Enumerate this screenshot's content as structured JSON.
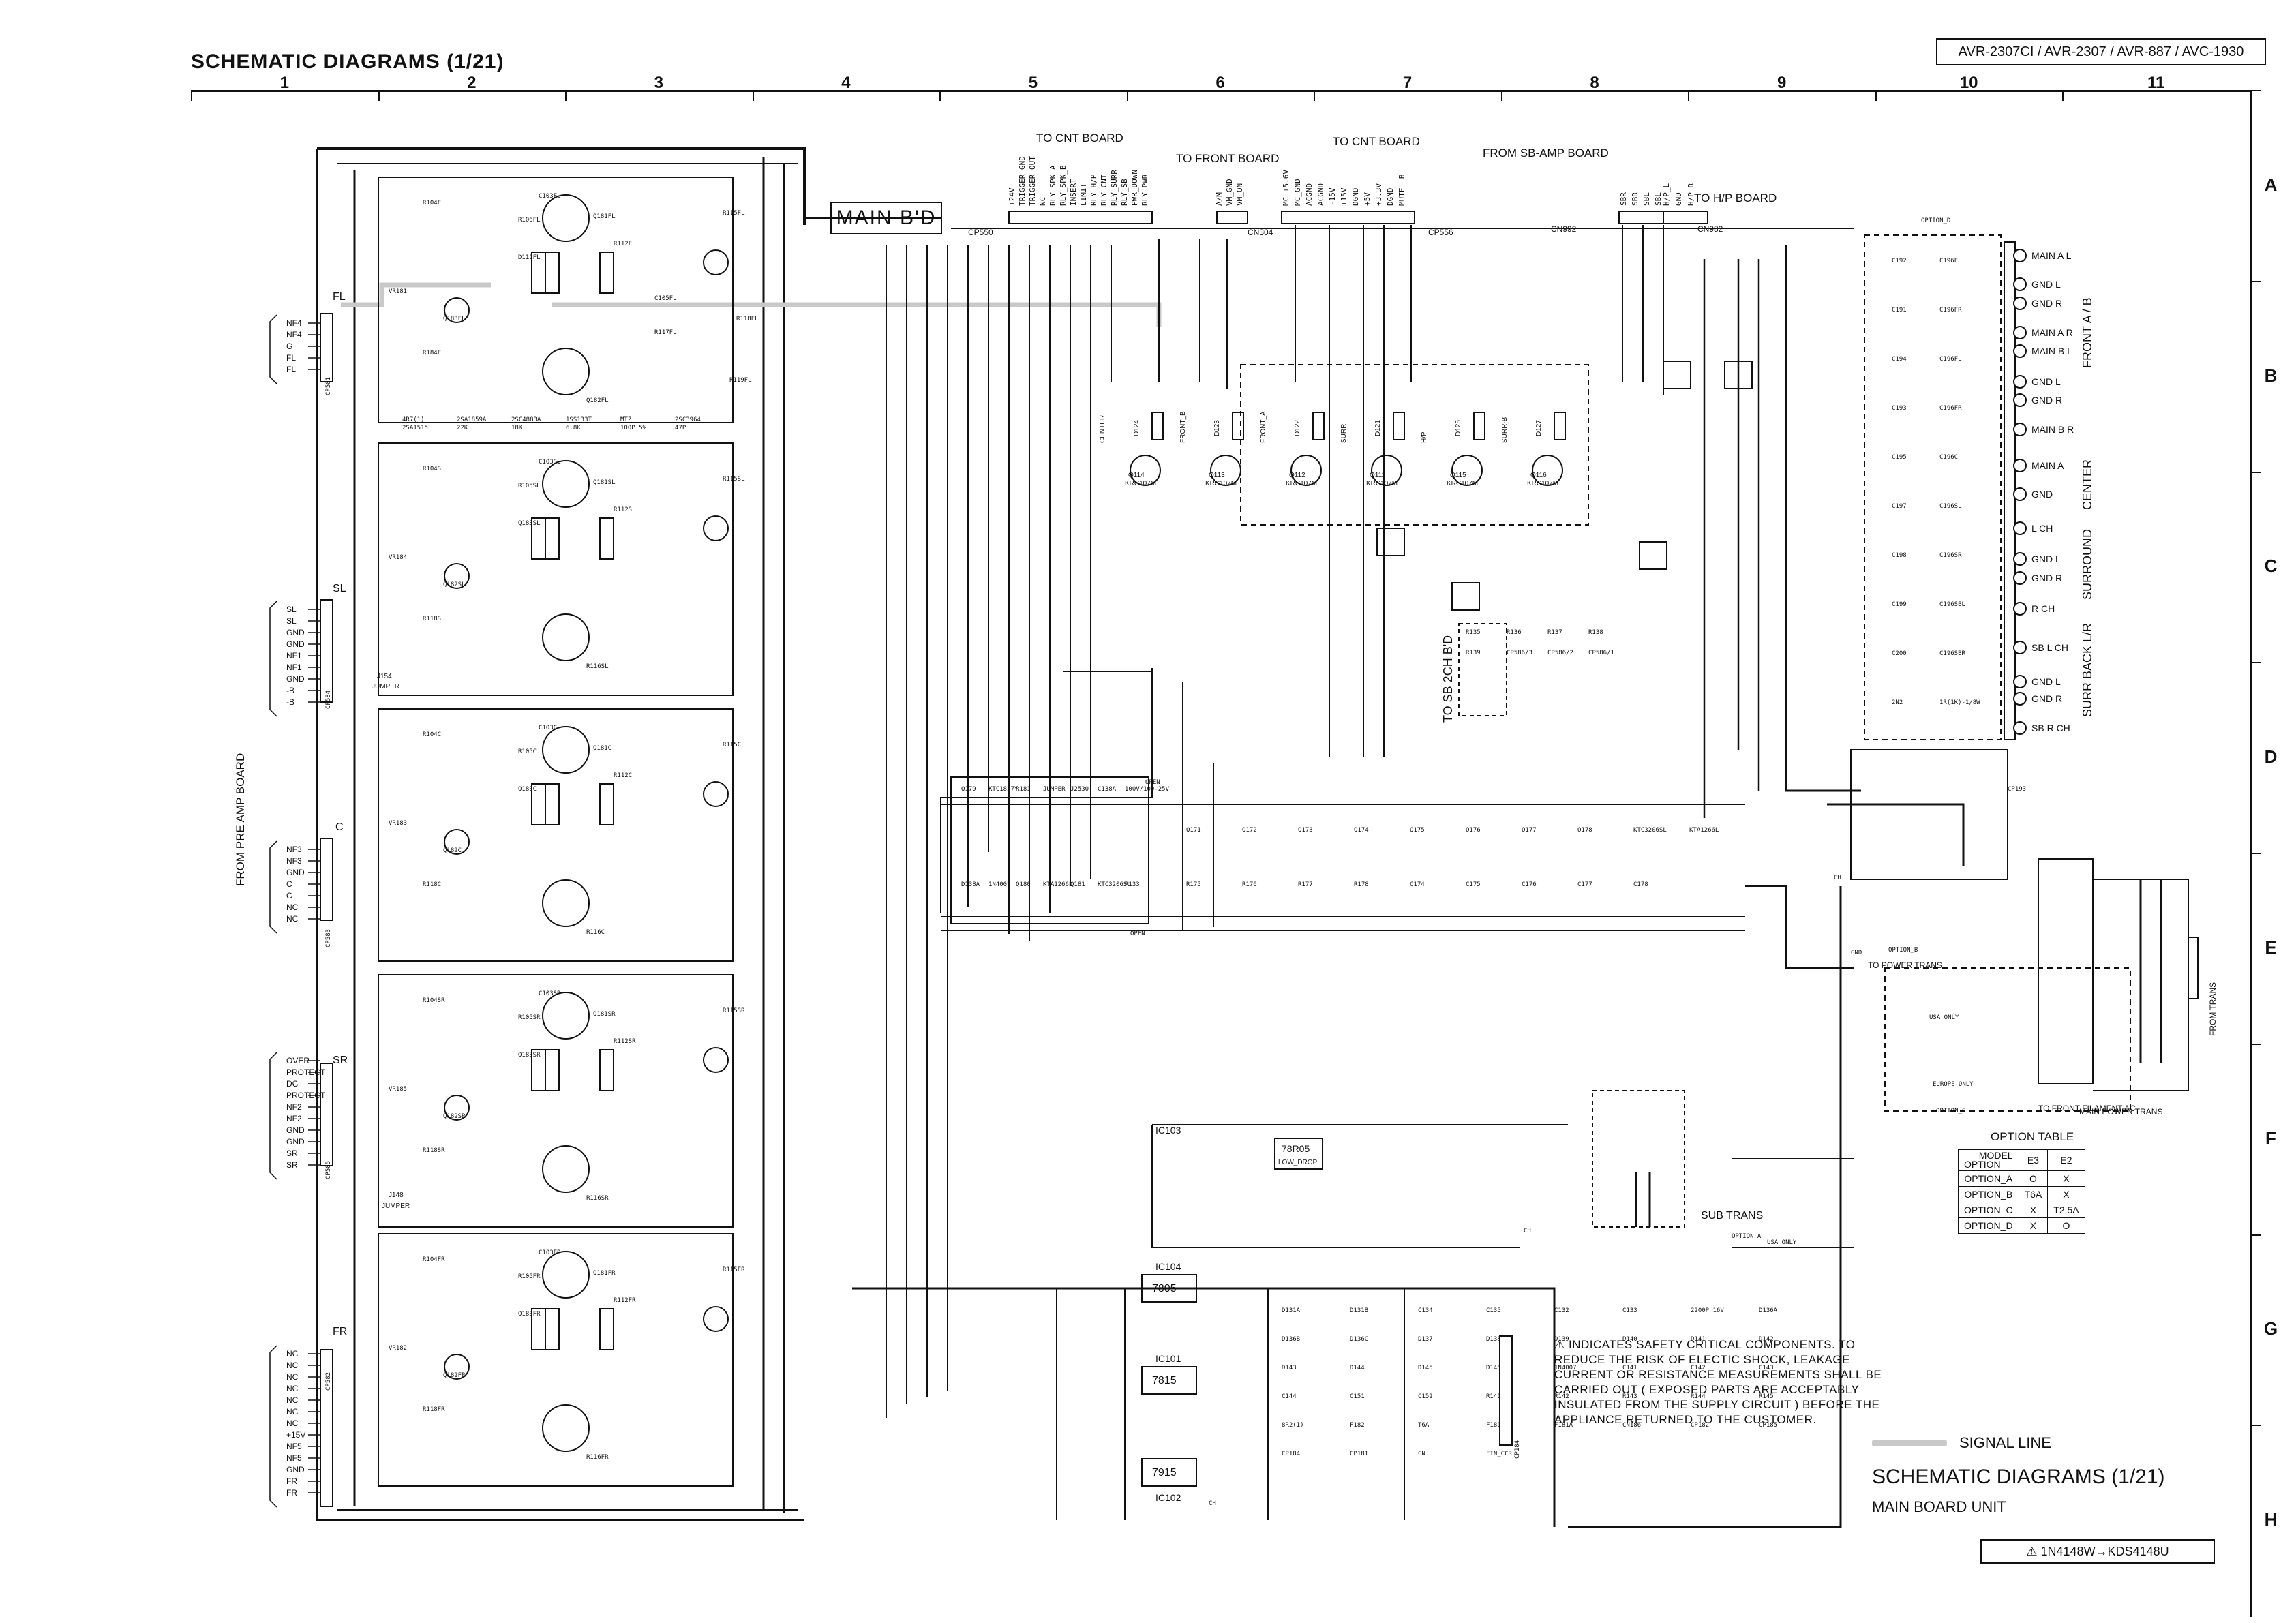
{
  "header": {
    "title": "SCHEMATIC DIAGRAMS  (1/21)",
    "models": "AVR-2307CI / AVR-2307 / AVR-887 / AVC-1930",
    "columns": [
      "1",
      "2",
      "3",
      "4",
      "5",
      "6",
      "7",
      "8",
      "9",
      "10",
      "11"
    ],
    "rows": [
      "A",
      "B",
      "C",
      "D",
      "E",
      "F",
      "G",
      "H"
    ]
  },
  "boards": {
    "main": "MAIN B'D",
    "to_cnt_1": "TO CNT BOARD",
    "to_front": "TO FRONT BOARD",
    "to_cnt_2": "TO CNT BOARD",
    "from_sb_amp": "FROM SB-AMP BOARD",
    "to_hp": "TO H/P BOARD",
    "from_pre_amp": "FROM PRE AMP BOARD",
    "to_sb_2ch": "TO SB 2CH B'D",
    "sub_trans": "SUB TRANS",
    "main_power_trans": "MAIN POWER TRANS",
    "to_front_filament": "TO FRONT FILAMENT AC",
    "from_trans": "FROM TRANS",
    "to_power_trans": "TO POWER TRANS"
  },
  "connectors": {
    "cp550": "CP550",
    "cn304": "CN304",
    "cp556": "CP556",
    "cn992": "CN992",
    "cn982": "CN982",
    "cp581": "CP581",
    "cp584": "CP584",
    "cp583": "CP583",
    "cp585": "CP585",
    "cp582": "CP582",
    "cp193": "CP193",
    "cp184": "CP184",
    "cp_pins_550": [
      "+24V",
      "TRIGGER GND",
      "TRIGGER OUT",
      "NC",
      "RLY_SPK_A",
      "RLY_SPK_B",
      "INSERT",
      "LIMIT",
      "RLY_H/P",
      "RLY_CNT",
      "RLY_SURR",
      "RLY_SB",
      "PWR_DOWN",
      "RLY_PWR"
    ],
    "cn304_pins": [
      "A/M",
      "VM_GND",
      "VM_ON"
    ],
    "cp556_pins": [
      "MC_+5.6V",
      "MC_GND",
      "ACGND",
      "ACGND",
      "-15V",
      "+15V",
      "DGND",
      "+5V",
      "+3.3V",
      "DGND",
      "MUTE_+B"
    ],
    "cn992_pins": [
      "SBR",
      "SBR",
      "SBL",
      "SBL"
    ],
    "cn982_pins": [
      "H/P_L",
      "GND",
      "H/P_R"
    ]
  },
  "left_inputs": {
    "fl": [
      "NF4",
      "NF4",
      "G",
      "FL",
      "FL"
    ],
    "sl": [
      "SL",
      "SL",
      "GND",
      "GND",
      "NF1",
      "NF1",
      "GND",
      "-B",
      "-B"
    ],
    "c": [
      "NF3",
      "NF3",
      "GND",
      "C",
      "C",
      "NC",
      "NC"
    ],
    "sr": [
      "OVER",
      "PROTECT",
      "DC",
      "PROTECT",
      "NF2",
      "NF2",
      "GND",
      "GND",
      "SR",
      "SR"
    ],
    "fr": [
      "NC",
      "NC",
      "NC",
      "NC",
      "NC",
      "NC",
      "NC",
      "+15V",
      "NF5",
      "NF5",
      "GND",
      "FR",
      "FR"
    ]
  },
  "channels": {
    "fl": "FL",
    "sl": "SL",
    "c": "C",
    "sr": "SR",
    "fr": "FR",
    "jumper": "JUMPER",
    "j154": "J154",
    "j148": "J148"
  },
  "amp_parts": {
    "fl": [
      "R104FL",
      "VR181",
      "C103FL",
      "R106FL",
      "Q181FL",
      "R112FL",
      "R115FL",
      "D111FL",
      "Q183FL",
      "Q182FL",
      "R184FL",
      "R117FL",
      "R119FL",
      "C105FL",
      "R118FL"
    ],
    "sl": [
      "R104SL",
      "VR184",
      "C103SL",
      "R105SL",
      "Q181SL",
      "R112SL",
      "R115SL",
      "Q183SL",
      "Q182SL",
      "R116SL",
      "R118SL"
    ],
    "c": [
      "R104C",
      "VR183",
      "C103C",
      "R105C",
      "Q181C",
      "R112C",
      "R115C",
      "Q183C",
      "Q182C",
      "R116C",
      "R118C"
    ],
    "sr": [
      "R104SR",
      "VR185",
      "C103SR",
      "R105SR",
      "Q181SR",
      "R112SR",
      "R115SR",
      "Q183SR",
      "Q182SR",
      "R116SR",
      "R118SR"
    ],
    "fr": [
      "R104FR",
      "VR182",
      "C103FR",
      "R105FR",
      "Q181FR",
      "R112FR",
      "R115FR",
      "Q183FR",
      "Q182FR",
      "R116FR",
      "R118FR"
    ],
    "common": [
      "4R7(1)",
      "2SA1859A",
      "2SC4883A",
      "1SS133T",
      "MTZ",
      "2SC3964",
      "2SA1515",
      "22K",
      "18K",
      "6.8K",
      "100P 5%",
      "47P"
    ]
  },
  "relay_drivers": [
    {
      "label": "CENTER",
      "q": "Q114",
      "type": "KRC107M",
      "d": "D124"
    },
    {
      "label": "FRONT_B",
      "q": "Q113",
      "type": "KRC107M",
      "d": "D123"
    },
    {
      "label": "FRONT_A",
      "q": "Q112",
      "type": "KRC107M",
      "d": "D122"
    },
    {
      "label": "SURR",
      "q": "Q111",
      "type": "KRC107M",
      "d": "D121"
    },
    {
      "label": "H/P",
      "q": "Q115",
      "type": "KRC107M",
      "d": "D125"
    },
    {
      "label": "SURR-B",
      "q": "Q116",
      "type": "KRC107M",
      "d": "D127"
    }
  ],
  "speaker_terminals": [
    {
      "name": "MAIN A L",
      "group": "FRONT A / B"
    },
    {
      "name": "GND L",
      "group": "FRONT A / B"
    },
    {
      "name": "GND R",
      "group": "FRONT A / B"
    },
    {
      "name": "MAIN A R",
      "group": "FRONT A / B"
    },
    {
      "name": "MAIN B L",
      "group": "FRONT A / B"
    },
    {
      "name": "GND L",
      "group": "FRONT A / B"
    },
    {
      "name": "GND R",
      "group": "FRONT A / B"
    },
    {
      "name": "MAIN B R",
      "group": "FRONT A / B"
    },
    {
      "name": "MAIN A",
      "group": "CENTER"
    },
    {
      "name": "GND",
      "group": "CENTER"
    },
    {
      "name": "L CH",
      "group": "SURROUND"
    },
    {
      "name": "GND L",
      "group": "SURROUND"
    },
    {
      "name": "GND R",
      "group": "SURROUND"
    },
    {
      "name": "R CH",
      "group": "SURROUND"
    },
    {
      "name": "SB L CH",
      "group": "SURR BACK L/R"
    },
    {
      "name": "GND L",
      "group": "SURR BACK L/R"
    },
    {
      "name": "GND R",
      "group": "SURR BACK L/R"
    },
    {
      "name": "SB R CH",
      "group": "SURR BACK L/R"
    }
  ],
  "speaker_groups": [
    "FRONT A / B",
    "CENTER",
    "SURROUND",
    "SURR BACK L/R"
  ],
  "speaker_parts": [
    "C192",
    "C196FL",
    "C191",
    "C196FR",
    "C194",
    "C196FL",
    "C193",
    "C196FR",
    "C195",
    "C196C",
    "C197",
    "C196SL",
    "C198",
    "C196SR",
    "C199",
    "C196SBL",
    "C200",
    "C196SBR",
    "2N2",
    "1R(1K)-1/8W"
  ],
  "option_labels": [
    "OPTION_D",
    "OPTION_B",
    "OPTION_C",
    "OPTION_A",
    "USA ONLY",
    "EUROPE ONLY",
    "USA ONLY"
  ],
  "regulators": [
    {
      "ref": "IC103",
      "part": "78R05",
      "note": "LOW_DROP"
    },
    {
      "ref": "IC104",
      "part": "7805"
    },
    {
      "ref": "IC101",
      "part": "7815"
    },
    {
      "ref": "IC102",
      "part": "7915"
    }
  ],
  "protect_parts": [
    "Q179",
    "KTC1827Y",
    "R181",
    "JUMPER",
    "J2530",
    "C138A",
    "100V/100-25V",
    "D138A",
    "1N4007",
    "Q180",
    "KTA1266L",
    "Q181",
    "KTC3206SL",
    "R133",
    "R135",
    "R136",
    "R137",
    "R138",
    "R139",
    "CP586/3",
    "CP586/2",
    "CP586/1"
  ],
  "driver_row": [
    "Q171",
    "Q172",
    "Q173",
    "Q174",
    "Q175",
    "Q176",
    "Q177",
    "Q178",
    "KTC3206SL",
    "KTA1266L",
    "R175",
    "R176",
    "R177",
    "R178",
    "C174",
    "C175",
    "C176",
    "C177",
    "C178"
  ],
  "power_parts": [
    "D131A",
    "D131B",
    "C134",
    "C135",
    "C132",
    "C133",
    "2200P 16V",
    "D136A",
    "D136B",
    "D136C",
    "D137",
    "D138",
    "D139",
    "D140",
    "D141",
    "D142",
    "D143",
    "D144",
    "D145",
    "D146",
    "1N4007",
    "C141",
    "C142",
    "C143",
    "C144",
    "C151",
    "C152",
    "R141",
    "R142",
    "R143",
    "R144",
    "R145",
    "8R2(1)",
    "F182",
    "T6A",
    "F181",
    "F181A",
    "CN186",
    "CP182",
    "CP185",
    "CP184",
    "CP181",
    "CN",
    "FIN_CCR"
  ],
  "option_table": {
    "title": "OPTION TABLE",
    "header_model": "MODEL",
    "header_option": "OPTION",
    "cols": [
      "E3",
      "E2"
    ],
    "rows": [
      {
        "name": "OPTION_A",
        "values": [
          "O",
          "X"
        ]
      },
      {
        "name": "OPTION_B",
        "values": [
          "T6A",
          "X"
        ]
      },
      {
        "name": "OPTION_C",
        "values": [
          "X",
          "T2.5A"
        ]
      },
      {
        "name": "OPTION_D",
        "values": [
          "X",
          "O"
        ]
      }
    ]
  },
  "safety_note": "INDICATES SAFETY CRITICAL COMPONENTS. TO REDUCE THE RISK OF ELECTIC SHOCK, LEAKAGE CURRENT OR RESISTANCE MEASUREMENTS SHALL BE CARRIED OUT ( EXPOSED PARTS ARE ACCEPTABLY INSULATED FROM THE SUPPLY CIRCUIT ) BEFORE THE APPLIANCE RETURNED TO THE CUSTOMER.",
  "legend": {
    "signal_line": "SIGNAL LINE"
  },
  "footer": {
    "title": "SCHEMATIC DIAGRAMS  (1/21)",
    "subtitle": "MAIN  BOARD UNIT",
    "note": "1N4148W→KDS4148U"
  },
  "misc": {
    "ch": "CH",
    "open": "OPEN",
    "gnd": "GND"
  },
  "colors": {
    "ink": "#111111",
    "signal_line": "#c9c9c9",
    "paper": "#ffffff"
  }
}
